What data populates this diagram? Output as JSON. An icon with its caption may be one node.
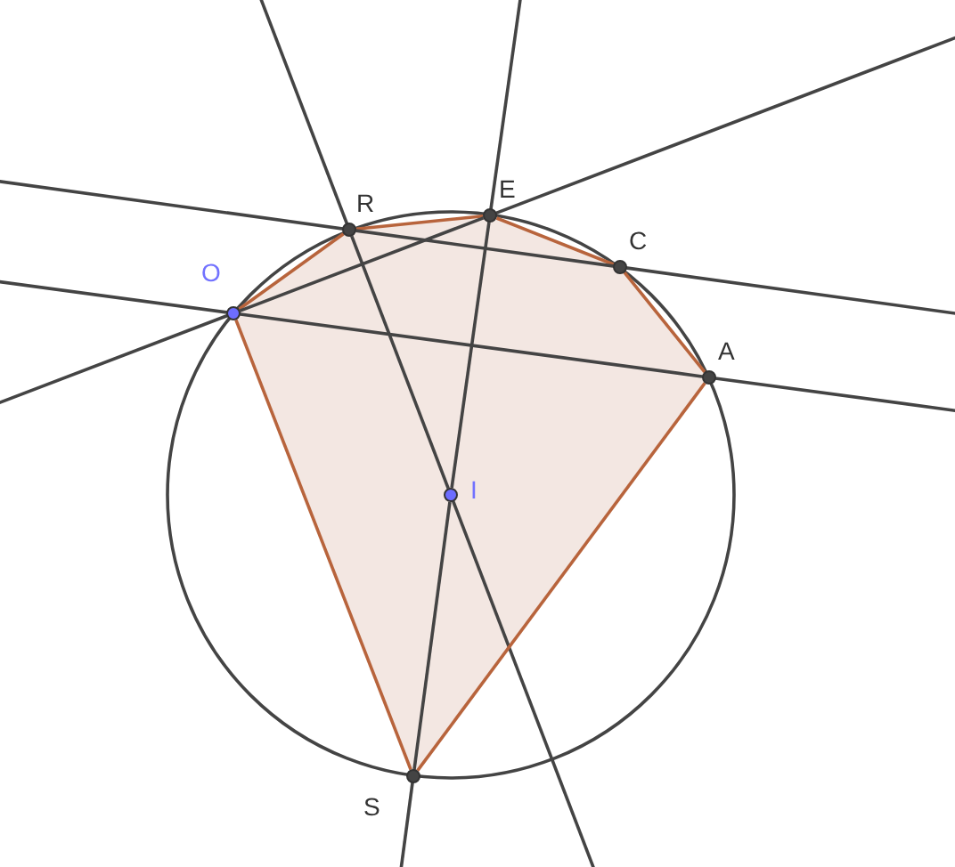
{
  "diagram": {
    "nodes": [
      {
        "text": [
          "E"
        ]
      },
      {
        "text": [
          "R"
        ]
      },
      {
        "text": [
          "C"
        ]
      },
      {
        "text": [
          "O"
        ]
      },
      {
        "text": [
          "A"
        ]
      },
      {
        "text": [
          "I"
        ]
      },
      {
        "text": [
          "S"
        ]
      }
    ],
    "edges": [
      {
        "from": 3,
        "to": 1,
        "arrow": "none"
      },
      {
        "from": 1,
        "to": 0,
        "arrow": "none"
      },
      {
        "from": 0,
        "to": 2,
        "arrow": "none"
      },
      {
        "from": 2,
        "to": 4,
        "arrow": "none"
      },
      {
        "from": 4,
        "to": 6,
        "arrow": "none"
      },
      {
        "from": 6,
        "to": 3,
        "arrow": "none"
      },
      {
        "from": 1,
        "to": 2,
        "arrow": "none",
        "color": "#444444"
      },
      {
        "from": 3,
        "to": 4,
        "arrow": "none",
        "color": "#444444"
      },
      {
        "from": 3,
        "to": 0,
        "arrow": "none",
        "color": "#444444"
      },
      {
        "from": 1,
        "to": 5,
        "arrow": "none",
        "color": "#444444"
      },
      {
        "from": 0,
        "to": 5,
        "arrow": "none",
        "color": "#444444"
      },
      {
        "from": 5,
        "to": 6,
        "arrow": "none",
        "color": "#444444"
      }
    ]
  }
}
